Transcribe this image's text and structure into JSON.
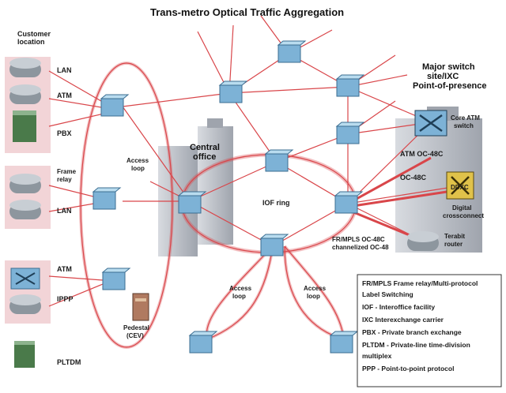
{
  "title": "Trans-metro Optical Traffic Aggregation",
  "labels": {
    "customer_location": [
      "Customer",
      "location"
    ],
    "lan_top": "LAN",
    "atm_top": "ATM",
    "pbx": "PBX",
    "frame_relay": [
      "Frame",
      "relay"
    ],
    "lan_mid": "LAN",
    "atm_bot": "ATM",
    "ippp": "IPPP",
    "pltdm": "PLTDM",
    "access_loop_left": [
      "Access",
      "loop"
    ],
    "central_office": [
      "Central",
      "office"
    ],
    "iof_ring": "IOF ring",
    "major_switch": [
      "Major switch",
      "site/IXC",
      "Point-of-presence"
    ],
    "core_atm_switch": [
      "Core ATM",
      "switch"
    ],
    "atm_oc48": "ATM OC-48C",
    "oc48c": "OC-48C",
    "ddxc": "DDXC",
    "digital_crossconnect": [
      "Digital",
      "crossconnect"
    ],
    "terabit_router": [
      "Terabit",
      "router"
    ],
    "fr_mpls": [
      "FR/MPLS OC-48C",
      "channelized OC-48"
    ],
    "pedestal": [
      "Pedestal",
      "(CEV)"
    ],
    "access_loop_bl": [
      "Access",
      "loop"
    ],
    "access_loop_br": [
      "Access",
      "loop"
    ]
  },
  "legend": [
    "FR/MPLS   Frame relay/Multi-protocol",
    "               Label Switching",
    "IOF  - Interoffice facility",
    "IXC   Interexchange carrier",
    "PBX - Private branch exchange",
    "PLTDM - Private-line time-division",
    "               multiplex",
    "PPP - Point-to-point protocol"
  ],
  "colors": {
    "link": "#d9464a",
    "link_light": "#f4b6b6",
    "device": "#7db2d6",
    "device_top": "#b9dcef",
    "building": "#b8bcc4"
  }
}
